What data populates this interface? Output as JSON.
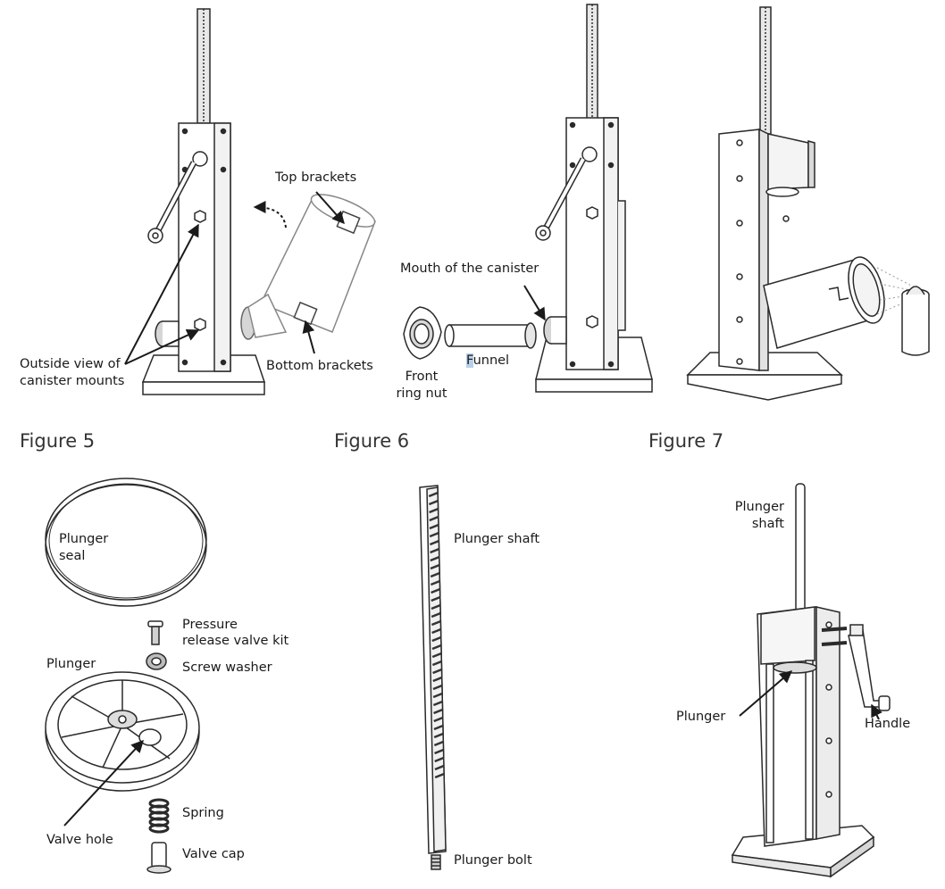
{
  "figures": {
    "fig5": "Figure 5",
    "fig6": "Figure 6",
    "fig7": "Figure 7"
  },
  "labels": {
    "top_brackets": "Top brackets",
    "bottom_brackets": "Bottom brackets",
    "outside_view_1": "Outside view of",
    "outside_view_2": "canister mounts",
    "mouth_of_canister": "Mouth of the canister",
    "front_ring_nut_1": "Front",
    "front_ring_nut_2": "ring nut",
    "funnel_first": "F",
    "funnel_rest": "unnel",
    "plunger_seal_1": "Plunger",
    "plunger_seal_2": "seal",
    "pressure_valve_1": "Pressure",
    "pressure_valve_2": "release valve kit",
    "screw_washer": "Screw washer",
    "plunger": "Plunger",
    "spring": "Spring",
    "valve_hole": "Valve hole",
    "valve_cap": "Valve cap",
    "plunger_shaft": "Plunger shaft",
    "plunger_bolt": "Plunger bolt",
    "plunger_shaft_2_1": "Plunger",
    "plunger_shaft_2_2": "shaft",
    "plunger_2": "Plunger",
    "handle": "Handle"
  },
  "colors": {
    "line": "#2a2a2a",
    "fill": "#ffffff",
    "shade": "#cfcfcf",
    "highlight": "#b8cfe8"
  }
}
